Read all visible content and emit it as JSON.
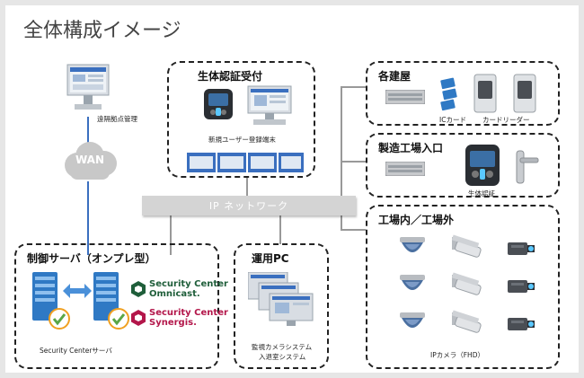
{
  "title": "全体構成イメージ",
  "remote_site": {
    "label": "遠隔拠点管理"
  },
  "wan": {
    "label": "WAN"
  },
  "network": {
    "label": "IP ネットワーク"
  },
  "registration": {
    "title": "生体認証受付",
    "terminal_label": "新規ユーザー登録端末"
  },
  "buildings": {
    "title": "各建屋",
    "ic_card_label": "ICカード",
    "card_reader_label": "カードリーダー"
  },
  "factory_entrance": {
    "title": "製造工場入口",
    "bio_label": "生体認証"
  },
  "factory_area": {
    "title": "工場内／工場外",
    "camera_label": "IPカメラ（FHD）"
  },
  "control_server": {
    "title": "制御サーバ（オンプレ型）",
    "server_label": "Security Centerサーバ",
    "products": [
      {
        "line1": "Security Center",
        "line2": "Omnicast.",
        "color": "#1f5e3a"
      },
      {
        "line1": "Security Center",
        "line2": "Synergis.",
        "color": "#b3164a"
      }
    ]
  },
  "operation_pc": {
    "title": "運用PC",
    "line1": "監視カメラシステム",
    "line2": "入退室システム"
  },
  "colors": {
    "server_blue": "#2f79c4",
    "check_green": "#5aa646",
    "check_orange": "#f0a020",
    "arrow_blue": "#4a90d9",
    "wan_line": "#3a6fbf"
  }
}
